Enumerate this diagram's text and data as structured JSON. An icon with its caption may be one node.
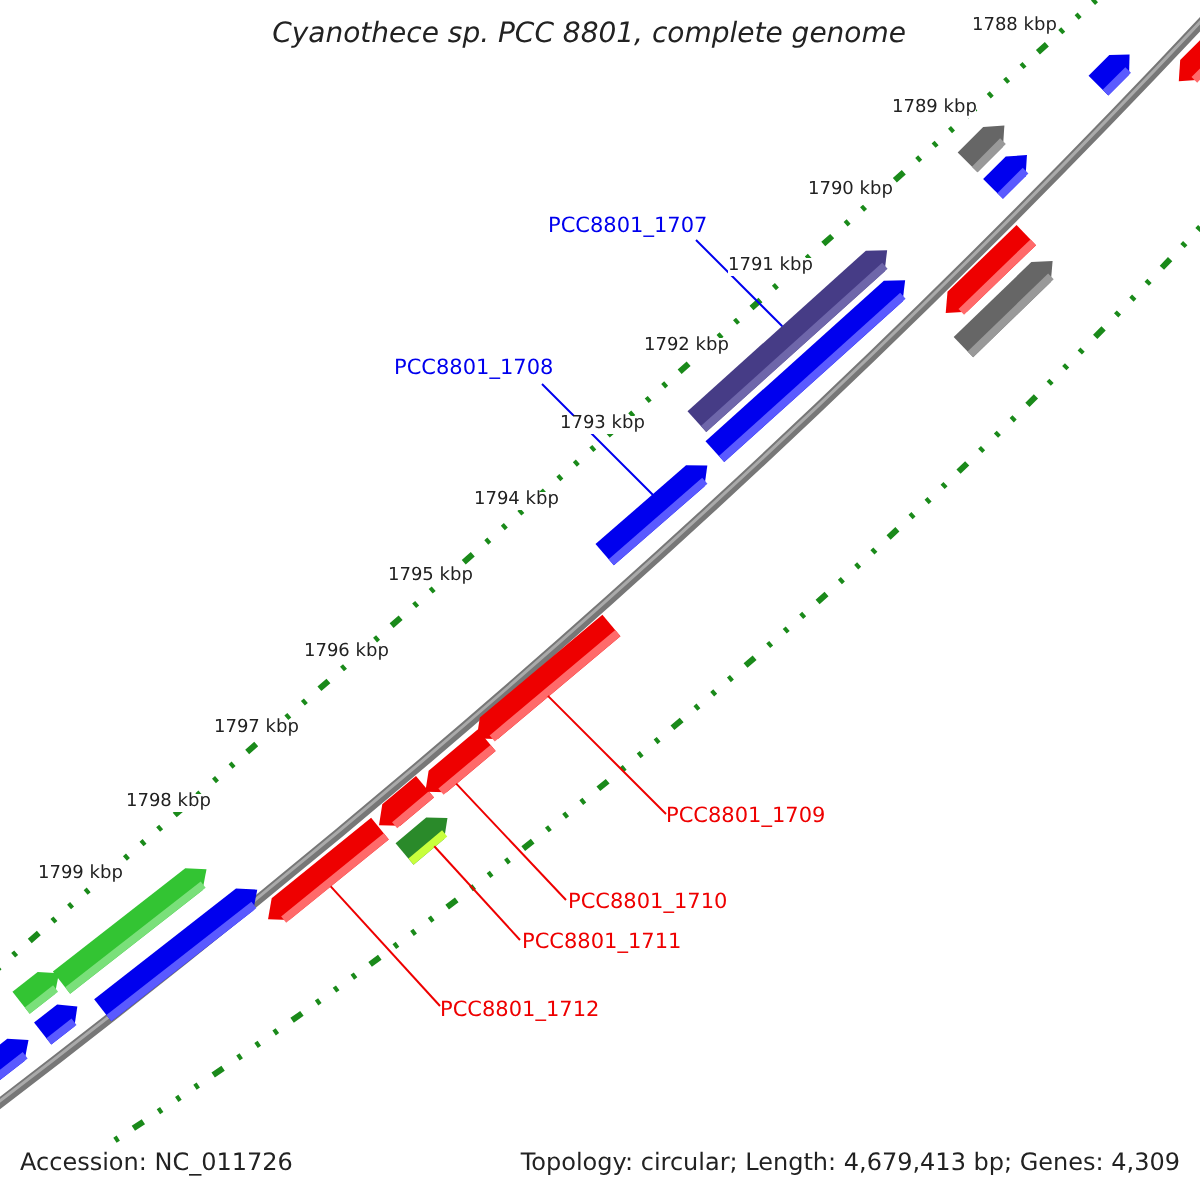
{
  "diagram": {
    "title": "Cyanothece sp. PCC 8801, complete genome",
    "nodes": [
      {
        "text": [
          "PCC8801_1707"
        ]
      },
      {
        "text": [],
        "shape": "bar"
      },
      {
        "text": [
          "PCC8801_1708"
        ]
      },
      {
        "text": [],
        "shape": "bar"
      },
      {
        "text": [
          "PCC8801_1709"
        ]
      },
      {
        "text": [],
        "shape": "bar"
      },
      {
        "text": [
          "PCC8801_1710"
        ]
      },
      {
        "text": [],
        "shape": "bar"
      },
      {
        "text": [
          "PCC8801_1711"
        ]
      },
      {
        "text": [],
        "shape": "bar"
      },
      {
        "text": [
          "PCC8801_1712"
        ]
      },
      {
        "text": [],
        "shape": "bar"
      }
    ],
    "edges": [
      {
        "from": 0,
        "to": 1,
        "arrow": "none",
        "color": "#0000ee"
      },
      {
        "from": 2,
        "to": 3,
        "arrow": "none",
        "color": "#0000ee"
      },
      {
        "from": 4,
        "to": 5,
        "arrow": "none"
      },
      {
        "from": 6,
        "to": 7,
        "arrow": "none"
      },
      {
        "from": 8,
        "to": 9,
        "arrow": "none"
      },
      {
        "from": 10,
        "to": 11,
        "arrow": "none"
      }
    ],
    "labels": [
      "1788 kbp",
      "1789 kbp",
      "1790 kbp",
      "1791 kbp",
      "1792 kbp",
      "1793 kbp",
      "1794 kbp",
      "1795 kbp",
      "1796 kbp",
      "1797 kbp",
      "1798 kbp",
      "1799 kbp",
      "Accession: NC_011726",
      "Topology: circular; Length: 4,679,413 bp; Genes: 4,309"
    ]
  }
}
